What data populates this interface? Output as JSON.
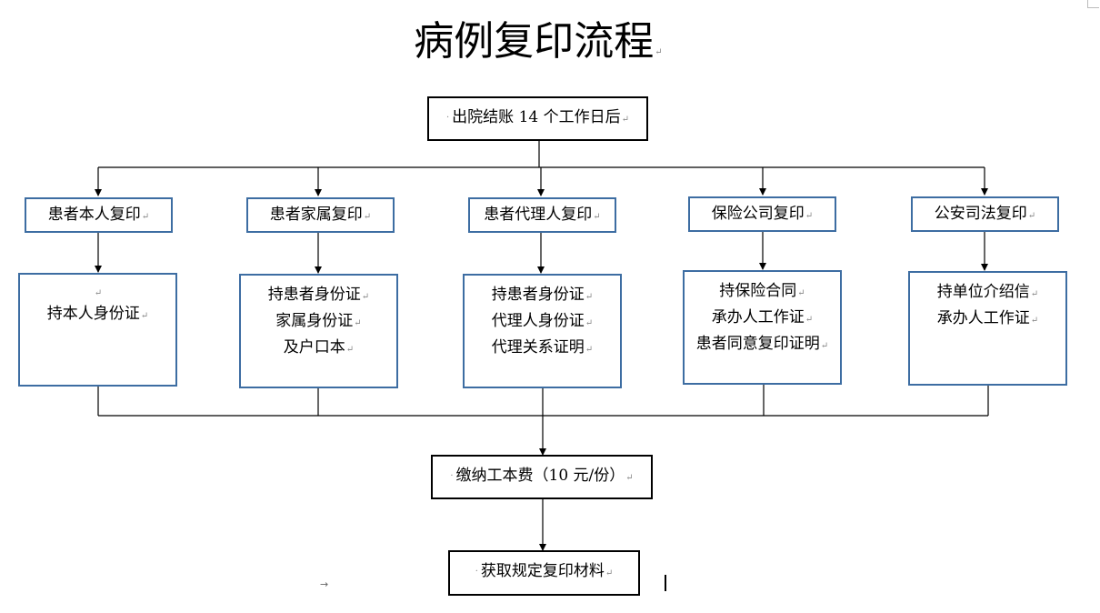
{
  "title": "病例复印流程",
  "start": "出院结账 14 个工作日后",
  "branches": [
    {
      "label": "患者本人复印",
      "requirements": [
        "持本人身份证"
      ]
    },
    {
      "label": "患者家属复印",
      "requirements": [
        "持患者身份证",
        "家属身份证",
        "及户口本"
      ]
    },
    {
      "label": "患者代理人复印",
      "requirements": [
        "持患者身份证",
        "代理人身份证",
        "代理关系证明"
      ]
    },
    {
      "label": "保险公司复印",
      "requirements": [
        "持保险合同",
        "承办人工作证",
        "患者同意复印证明"
      ]
    },
    {
      "label": "公安司法复印",
      "requirements": [
        "持单位介绍信",
        "承办人工作证"
      ]
    }
  ],
  "fee": "缴纳工本费（10 元/份）",
  "end": "获取规定复印材料",
  "colors": {
    "box_border_blue": "#3d6da2",
    "box_border_black": "#000000",
    "connector": "#000000"
  }
}
